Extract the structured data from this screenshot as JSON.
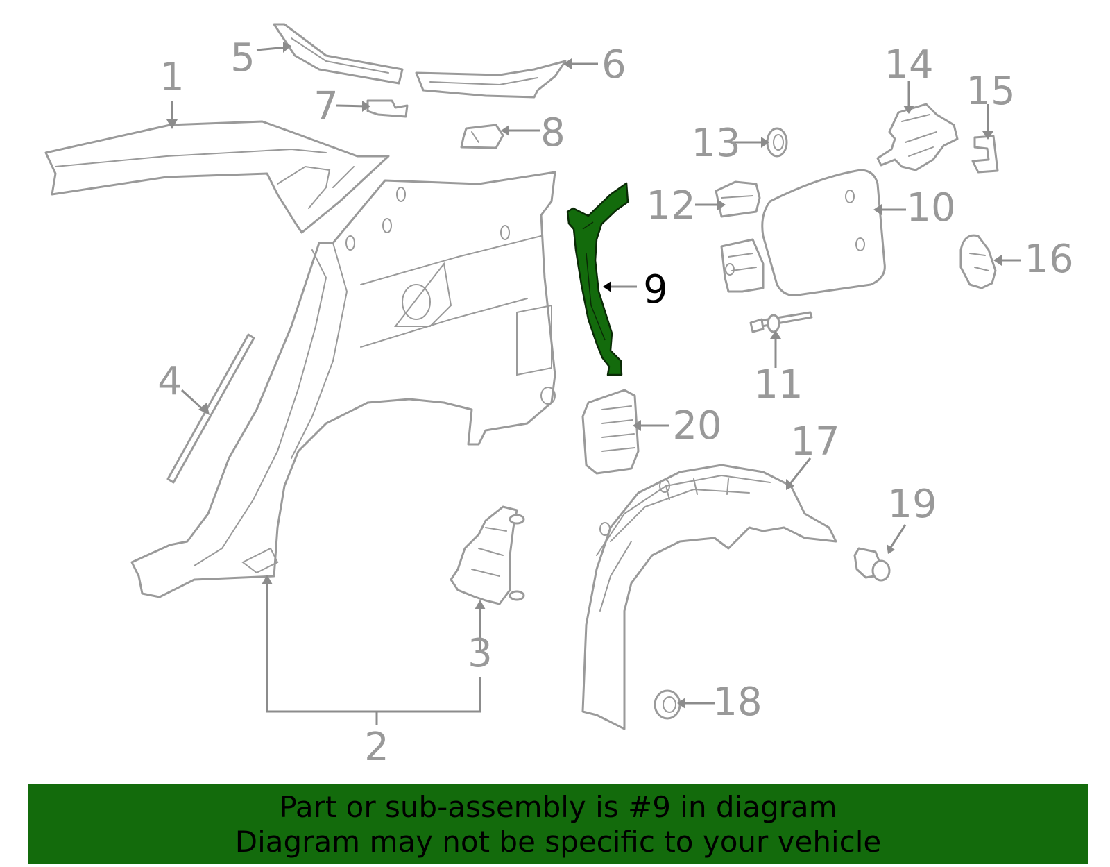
{
  "diagram": {
    "highlight_color": "#136b0c",
    "highlighted_part": "9",
    "callouts": [
      {
        "id": "1",
        "label": "1"
      },
      {
        "id": "2",
        "label": "2"
      },
      {
        "id": "3",
        "label": "3"
      },
      {
        "id": "4",
        "label": "4"
      },
      {
        "id": "5",
        "label": "5"
      },
      {
        "id": "6",
        "label": "6"
      },
      {
        "id": "7",
        "label": "7"
      },
      {
        "id": "8",
        "label": "8"
      },
      {
        "id": "9",
        "label": "9"
      },
      {
        "id": "10",
        "label": "10"
      },
      {
        "id": "11",
        "label": "11"
      },
      {
        "id": "12",
        "label": "12"
      },
      {
        "id": "13",
        "label": "13"
      },
      {
        "id": "14",
        "label": "14"
      },
      {
        "id": "15",
        "label": "15"
      },
      {
        "id": "16",
        "label": "16"
      },
      {
        "id": "17",
        "label": "17"
      },
      {
        "id": "18",
        "label": "18"
      },
      {
        "id": "19",
        "label": "19"
      },
      {
        "id": "20",
        "label": "20"
      }
    ]
  },
  "banner": {
    "color": "#136b0c",
    "line1": "Part or sub-assembly is #9 in diagram",
    "line2": "Diagram may not be specific to your vehicle"
  }
}
